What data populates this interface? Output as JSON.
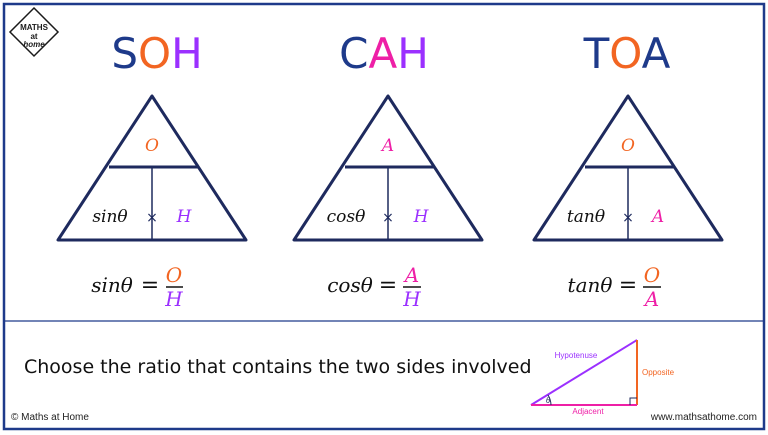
{
  "logo": {
    "line1": "MATHS",
    "line2": "at",
    "line3": "home"
  },
  "columns": [
    {
      "letters": [
        {
          "ch": "S",
          "color": "#1e3a8a"
        },
        {
          "ch": "O",
          "color": "#f26522"
        },
        {
          "ch": "H",
          "color": "#9b30ff"
        }
      ],
      "top": "O",
      "top_color": "#f26522",
      "func": "sinθ",
      "times": "×",
      "right": "H",
      "right_color": "#9b30ff",
      "formula_lhs": "sinθ",
      "equals": "=",
      "numerator": "O",
      "numerator_color": "#f26522",
      "denominator": "H",
      "denominator_color": "#9b30ff"
    },
    {
      "letters": [
        {
          "ch": "C",
          "color": "#1e3a8a"
        },
        {
          "ch": "A",
          "color": "#ee1fa6"
        },
        {
          "ch": "H",
          "color": "#9b30ff"
        }
      ],
      "top": "A",
      "top_color": "#ee1fa6",
      "func": "cosθ",
      "times": "×",
      "right": "H",
      "right_color": "#9b30ff",
      "formula_lhs": "cosθ",
      "equals": "=",
      "numerator": "A",
      "numerator_color": "#ee1fa6",
      "denominator": "H",
      "denominator_color": "#9b30ff"
    },
    {
      "letters": [
        {
          "ch": "T",
          "color": "#1e3a8a"
        },
        {
          "ch": "O",
          "color": "#f26522"
        },
        {
          "ch": "A",
          "color": "#1e3a8a"
        }
      ],
      "top": "O",
      "top_color": "#f26522",
      "func": "tanθ",
      "times": "×",
      "right": "A",
      "right_color": "#ee1fa6",
      "formula_lhs": "tanθ",
      "equals": "=",
      "numerator": "O",
      "numerator_color": "#f26522",
      "denominator": "A",
      "denominator_color": "#ee1fa6"
    }
  ],
  "instruction": "Choose the ratio that contains the two sides involved",
  "triangle": {
    "hypotenuse": "Hypotenuse",
    "hypotenuse_color": "#9b30ff",
    "opposite": "Opposite",
    "opposite_color": "#f26522",
    "adjacent": "Adjacent",
    "adjacent_color": "#ee1fa6",
    "angle": "θ"
  },
  "footer": {
    "copyright": "© Maths at Home",
    "url": "www.mathsathome.com"
  },
  "colors": {
    "frame": "#1e3a8a",
    "triangle_stroke": "#1e2a5e",
    "text": "#111111"
  }
}
